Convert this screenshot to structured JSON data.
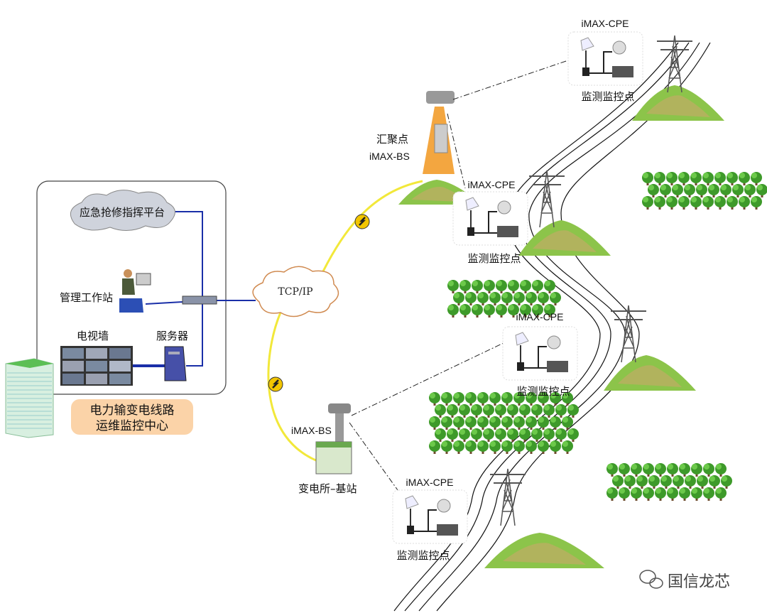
{
  "control_center": {
    "platform": "应急抢修指挥平台",
    "workstation": "管理工作站",
    "tv_wall": "电视墙",
    "server": "服务器",
    "center_title_line1": "电力输变电线路",
    "center_title_line2": "运维监控中心"
  },
  "network": {
    "cloud_label": "TCP/IP"
  },
  "aggregation": {
    "label": "汇聚点",
    "device": "iMAX-BS"
  },
  "substation": {
    "device": "iMAX-BS",
    "label": "变电所–基站"
  },
  "monitor_points": [
    {
      "device": "iMAX-CPE",
      "label": "监测监控点"
    },
    {
      "device": "iMAX-CPE",
      "label": "监测监控点"
    },
    {
      "device": "iMAX-CPE",
      "label": "监测监控点"
    },
    {
      "device": "iMAX-CPE",
      "label": "监测监控点"
    }
  ],
  "watermark": "国信龙芯",
  "colors": {
    "link_blue": "#1a2fa8",
    "fiber_yellow": "#f2e83a",
    "label_bg": "#fbd3a8",
    "tree_green": "#3e9a2a"
  }
}
